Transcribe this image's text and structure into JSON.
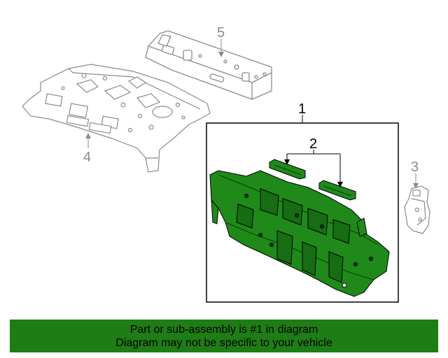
{
  "callouts": {
    "c1": "1",
    "c2": "2",
    "c3": "3",
    "c4": "4",
    "c5": "5"
  },
  "banner": {
    "line1": "Part or sub-assembly is #1 in diagram",
    "line2": "Diagram may not be specific to your vehicle"
  },
  "colors": {
    "highlight_part": "#1f8a1a",
    "banner_bg": "#1e7d14",
    "line_art_gray": "#888888",
    "callout_box": "#000000"
  },
  "icons": {
    "part_1": "rear-panel-assembly",
    "part_2": "reinforcement-brackets",
    "part_3": "side-bracket",
    "part_4": "package-tray-panel",
    "part_5": "upper-crossmember"
  }
}
